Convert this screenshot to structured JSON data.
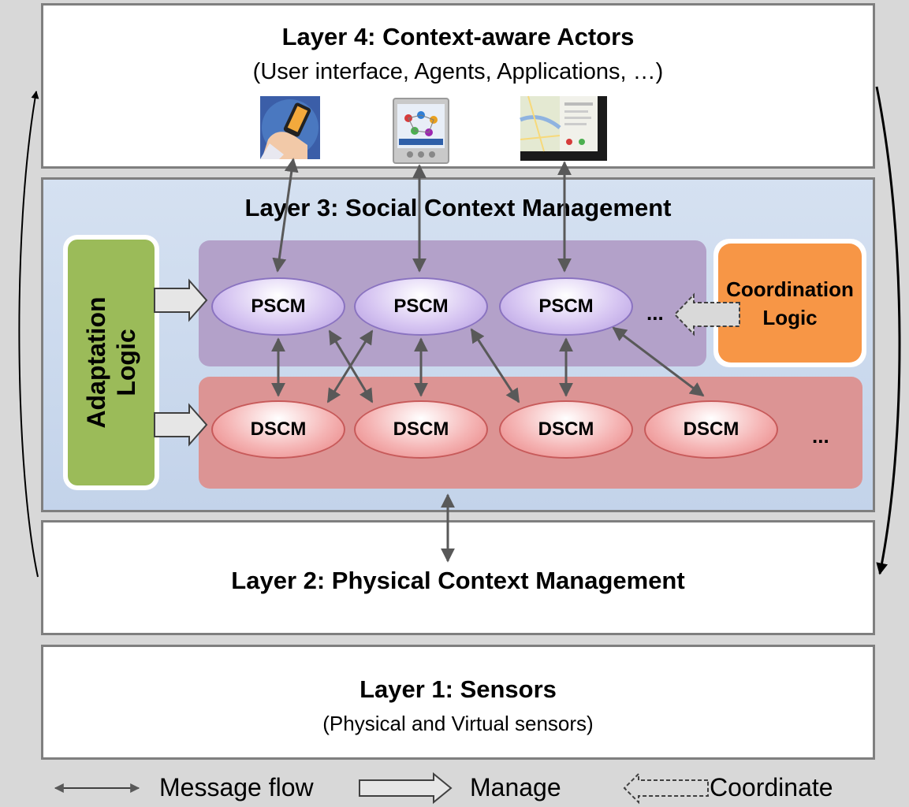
{
  "layer4": {
    "title": "Layer 4: Context-aware Actors",
    "subtitle": "(User interface, Agents, Applications, …)"
  },
  "layer3": {
    "title": "Layer 3: Social Context Management"
  },
  "layer2": {
    "title": "Layer 2: Physical Context Management"
  },
  "layer1": {
    "title": "Layer 1: Sensors",
    "subtitle": "(Physical and Virtual sensors)"
  },
  "adaptation": {
    "label": "Adaptation\nLogic"
  },
  "coordination": {
    "label": "Coordination\nLogic"
  },
  "pscm_nodes": [
    "PSCM",
    "PSCM",
    "PSCM"
  ],
  "pscm_more": "...",
  "dscm_nodes": [
    "DSCM",
    "DSCM",
    "DSCM",
    "DSCM"
  ],
  "dscm_more": "...",
  "legend": {
    "message_flow": "Message flow",
    "manage": "Manage",
    "coordinate": "Coordinate"
  },
  "colors": {
    "layer3_bg": "#c7d6ec",
    "pscm_band": "#b3a1c9",
    "dscm_band": "#dc9494",
    "adaptation": "#9bbb59",
    "coordination": "#f79646",
    "arrow": "#595959"
  },
  "icons": [
    "phone-in-hand-icon",
    "social-network-app-icon",
    "map-application-icon"
  ]
}
